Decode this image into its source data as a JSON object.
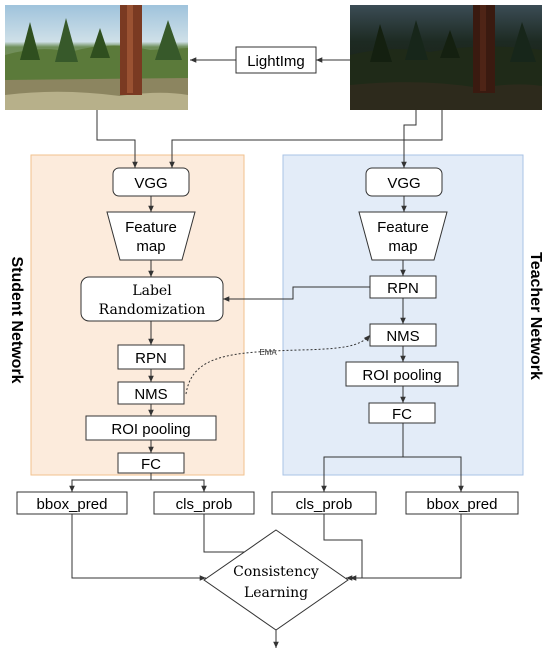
{
  "light_img_label": "LightImg",
  "student": {
    "side_label": "Student Network",
    "vgg": "VGG",
    "feature_map_line1": "Feature",
    "feature_map_line2": "map",
    "label_rand_line1": "Label",
    "label_rand_line2": "Randomization",
    "rpn": "RPN",
    "nms": "NMS",
    "roi_pooling": "ROI pooling",
    "fc": "FC"
  },
  "teacher": {
    "side_label": "Teacher Network",
    "vgg": "VGG",
    "feature_map_line1": "Feature",
    "feature_map_line2": "map",
    "rpn": "RPN",
    "nms": "NMS",
    "roi_pooling": "ROI pooling",
    "fc": "FC"
  },
  "ema_label": "EMA",
  "outputs": {
    "student_bbox": "bbox_pred",
    "student_cls": "cls_prob",
    "teacher_cls": "cls_prob",
    "teacher_bbox": "bbox_pred"
  },
  "consistency_line1": "Consistency",
  "consistency_line2": "Learning",
  "colors": {
    "student_bg": "#fcebdc",
    "student_border": "#f2c28e",
    "teacher_bg": "#e3ecf8",
    "teacher_border": "#a9c3e6"
  }
}
